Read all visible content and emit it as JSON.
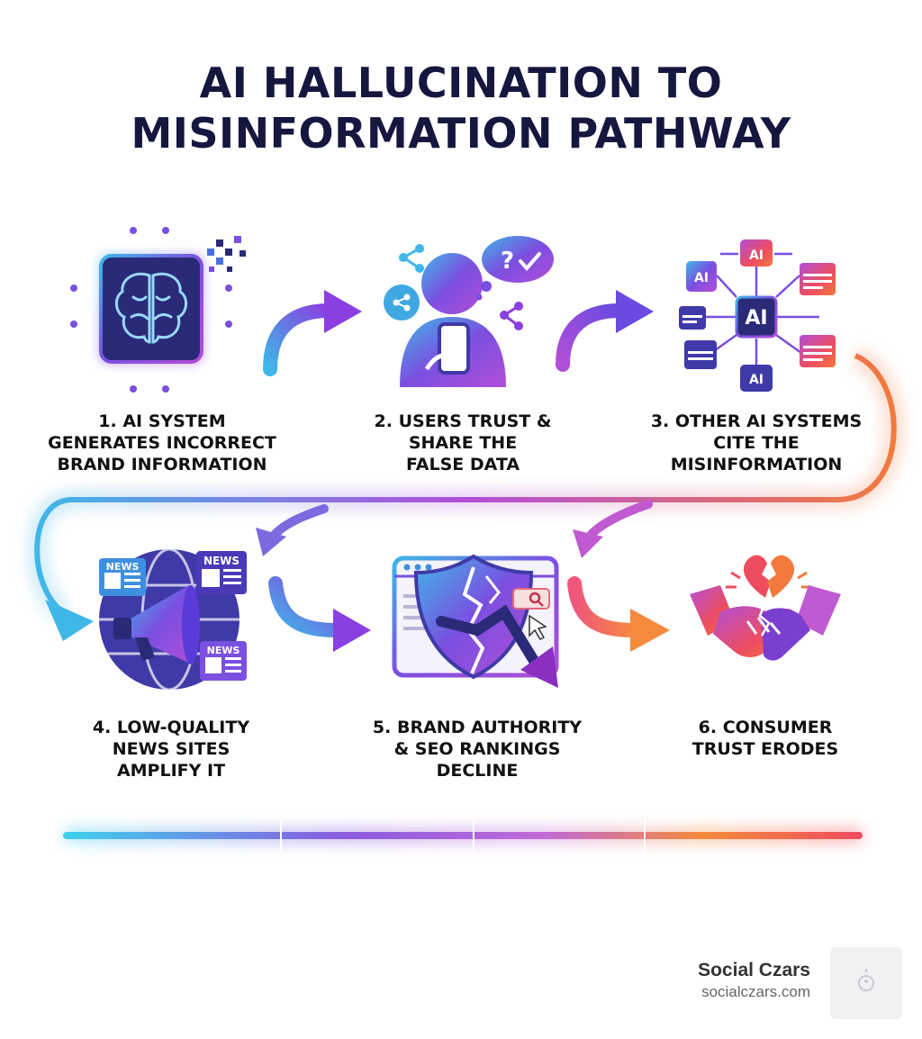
{
  "title": {
    "line1": "AI HALLUCINATION TO",
    "line2": "MISINFORMATION PATHWAY"
  },
  "steps": [
    {
      "lines": [
        "1. AI SYSTEM",
        "GENERATES INCORRECT",
        "BRAND INFORMATION"
      ],
      "icon": "ai-chip-brain-icon"
    },
    {
      "lines": [
        "2. USERS TRUST &",
        "SHARE THE",
        "FALSE DATA"
      ],
      "icon": "user-sharing-icon"
    },
    {
      "lines": [
        "3. OTHER AI SYSTEMS",
        "CITE THE",
        "MISINFORMATION"
      ],
      "icon": "ai-network-icon"
    },
    {
      "lines": [
        "4. LOW-QUALITY",
        "NEWS SITES",
        "AMPLIFY IT"
      ],
      "icon": "news-megaphone-icon"
    },
    {
      "lines": [
        "5. BRAND AUTHORITY",
        "& SEO RANKINGS",
        "DECLINE"
      ],
      "icon": "broken-shield-decline-icon"
    },
    {
      "lines": [
        "6. CONSUMER",
        "TRUST ERODES"
      ],
      "icon": "broken-handshake-icon"
    }
  ],
  "icon_labels": {
    "ai": "AI",
    "news": "NEWS"
  },
  "brand": {
    "name": "Social Czars",
    "url": "socialczars.com"
  },
  "colors": {
    "title": "#16173f",
    "blue": "#3fb7e8",
    "purple": "#7b4fe0",
    "violet": "#b14fd8",
    "orange": "#f27a3d",
    "red": "#ee4d5f"
  }
}
